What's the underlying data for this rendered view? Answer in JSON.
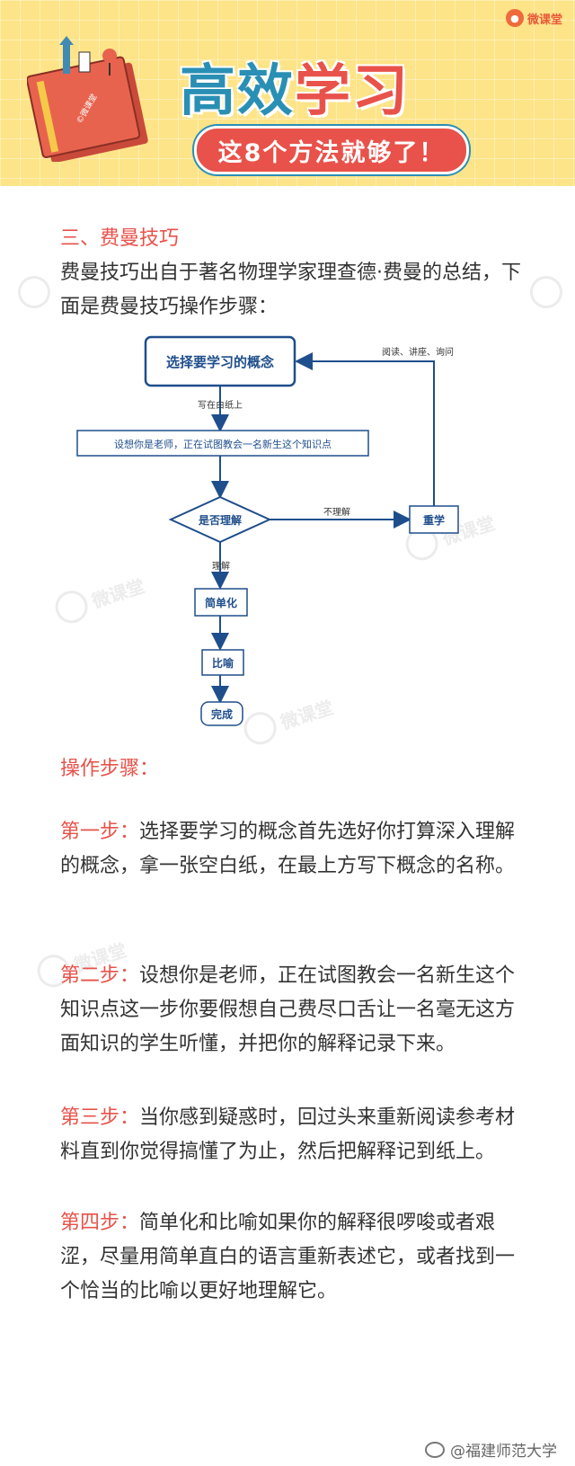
{
  "brand": {
    "name": "微课堂"
  },
  "header": {
    "title_part1": "高效",
    "title_part2": "学习",
    "subtitle": "这8个方法就够了！",
    "book_label": "©微课堂"
  },
  "section": {
    "title": "三、费曼技巧",
    "intro": "费曼技巧出自于著名物理学家理查德·费曼的总结，下面是费曼技巧操作步骤："
  },
  "flowchart": {
    "choose": "选择要学习的概念",
    "write_label": "写在白纸上",
    "teach": "设想你是老师，正在试图教会一名新生这个知识点",
    "understand": "是否理解",
    "not_understand": "不理解",
    "relearn": "重学",
    "reread": "阅读、讲座、询问",
    "understood": "理解",
    "simplify": "简单化",
    "analogy": "比喻",
    "done": "完成"
  },
  "ops_title": "操作步骤：",
  "steps": [
    {
      "label": "第一步：",
      "text": "选择要学习的概念首先选好你打算深入理解的概念，拿一张空白纸，在最上方写下概念的名称。"
    },
    {
      "label": "第二步：",
      "text": "设想你是老师，正在试图教会一名新生这个知识点这一步你要假想自己费尽口舌让一名毫无这方面知识的学生听懂，并把你的解释记录下来。"
    },
    {
      "label": "第三步：",
      "text": "当你感到疑惑时，回过头来重新阅读参考材料直到你觉得搞懂了为止，然后把解释记到纸上。"
    },
    {
      "label": "第四步：",
      "text": "简单化和比喻如果你的解释很啰唆或者艰涩，尽量用简单直白的语言重新表述它，或者找到一个恰当的比喻以更好地理解它。"
    }
  ],
  "watermark": "微课堂",
  "footer": {
    "text": "@福建师范大学"
  },
  "colors": {
    "accent_red": "#e8524a",
    "accent_blue": "#2a8fb4",
    "banner_yellow": "#fde488",
    "flow_blue": "#1f4e8c"
  }
}
